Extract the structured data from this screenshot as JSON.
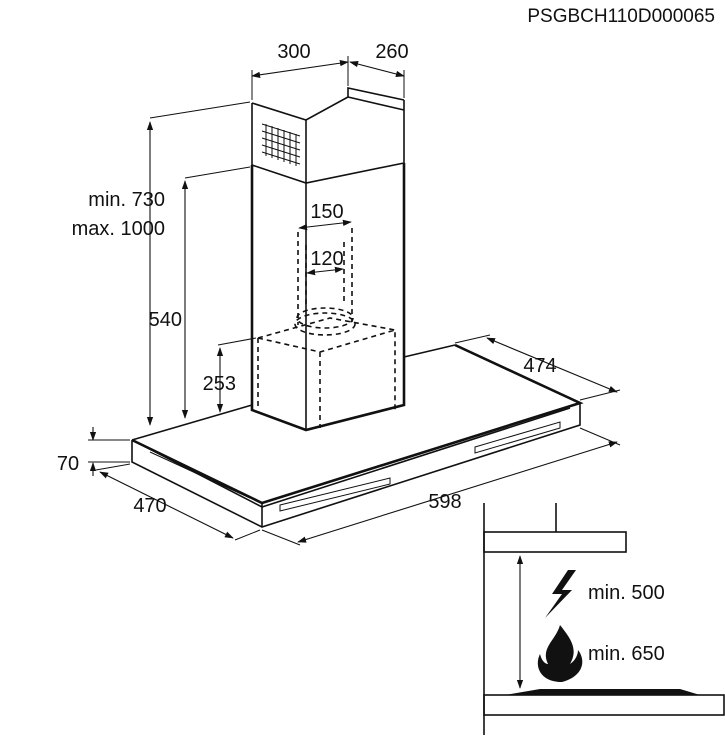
{
  "model_code": "PSGBCH110D000065",
  "dimensions": {
    "chimney_width": "300",
    "chimney_depth": "260",
    "height_min": "min. 730",
    "height_max": "max. 1000",
    "outlet_outer": "150",
    "outlet_inner": "120",
    "inner_height": "540",
    "box_height": "253",
    "canopy_depth_back": "474",
    "canopy_thickness": "70",
    "canopy_depth_front": "470",
    "canopy_width": "598"
  },
  "clearance": {
    "electric_label": "min. 500",
    "gas_label": "min. 650",
    "electric_icon": "lightning-icon",
    "gas_icon": "flame-icon"
  }
}
